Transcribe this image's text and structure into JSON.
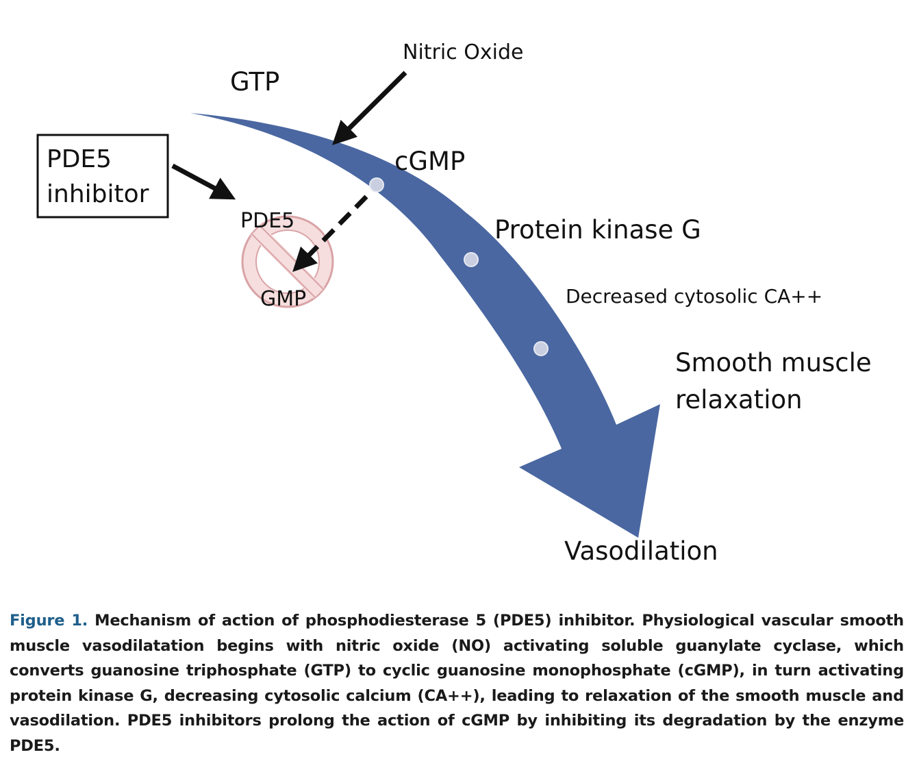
{
  "diagram": {
    "labels": {
      "gtp": "GTP",
      "nitric_oxide": "Nitric Oxide",
      "cgmp": "cGMP",
      "protein_kinase_g": "Protein kinase G",
      "decreased_ca": "Decreased cytosolic CA++",
      "smooth_muscle_line1": "Smooth muscle",
      "smooth_muscle_line2": "relaxation",
      "vasodilation": "Vasodilation",
      "pde5": "PDE5",
      "gmp": "GMP",
      "inhibitor_box_line1": "PDE5",
      "inhibitor_box_line2": "inhibitor"
    },
    "colors": {
      "pathway_arrow": "#4a67a1",
      "step_dot": "#c9cfe0",
      "prohibition_fill": "#f6dede",
      "prohibition_stroke": "#d9a3a6",
      "arrow_black": "#111111"
    }
  },
  "caption": {
    "figure_label": "Figure 1.",
    "text": "Mechanism of action of phosphodiesterase 5 (PDE5) inhibitor. Physiological vascular smooth muscle vasodilatation begins with nitric oxide (NO) activating soluble guanylate cyclase, which converts guanosine triphosphate (GTP) to cyclic guanosine monophosphate (cGMP), in turn activating protein kinase G, decreasing cytosolic calcium (CA++), leading to relaxation of the smooth muscle and vasodilation. PDE5 inhibitors prolong the action of cGMP by inhibiting its degradation by the enzyme PDE5."
  }
}
